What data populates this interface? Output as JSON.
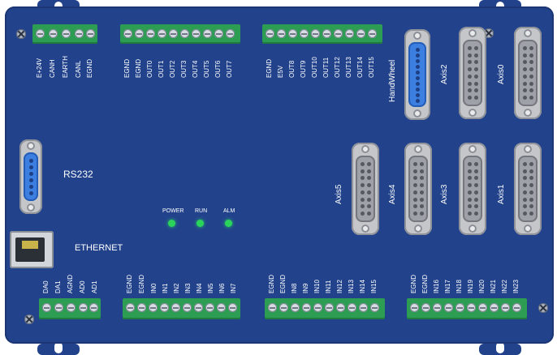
{
  "title_rs232": "RS232",
  "title_ethernet": "ETHERNET",
  "leds": {
    "power": "POWER",
    "run": "RUN",
    "alm": "ALM"
  },
  "axes": {
    "axis0": "Axis0",
    "axis1": "Axis1",
    "axis2": "Axis2",
    "axis3": "Axis3",
    "axis4": "Axis4",
    "axis5": "Axis5",
    "handwheel": "HandWheel"
  },
  "top_terminals": {
    "t1": [
      "E+24V",
      "CANH",
      "EARTH",
      "CANL",
      "EGND"
    ],
    "t2": [
      "EGND",
      "EGND",
      "OUT0",
      "OUT1",
      "OUT2",
      "OUT3",
      "OUT4",
      "OUT5",
      "OUT6",
      "OUT7"
    ],
    "t3": [
      "EGND",
      "E5V",
      "OUT8",
      "OUT9",
      "OUT10",
      "OUT11",
      "OUT12",
      "OUT13",
      "OUT14",
      "OUT15"
    ]
  },
  "bottom_terminals": {
    "b1": [
      "DA0",
      "DA1",
      "AGND",
      "AD0",
      "AD1"
    ],
    "b2": [
      "EGND",
      "EGND",
      "IN0",
      "IN1",
      "IN2",
      "IN3",
      "IN4",
      "IN5",
      "IN6",
      "IN7"
    ],
    "b3": [
      "EGND",
      "EGND",
      "IN8",
      "IN9",
      "IN10",
      "IN11",
      "IN12",
      "IN13",
      "IN14",
      "IN15"
    ],
    "b4": [
      "EGND",
      "EGND",
      "IN16",
      "IN17",
      "IN18",
      "IN19",
      "IN20",
      "IN21",
      "IN22",
      "IN23"
    ]
  }
}
